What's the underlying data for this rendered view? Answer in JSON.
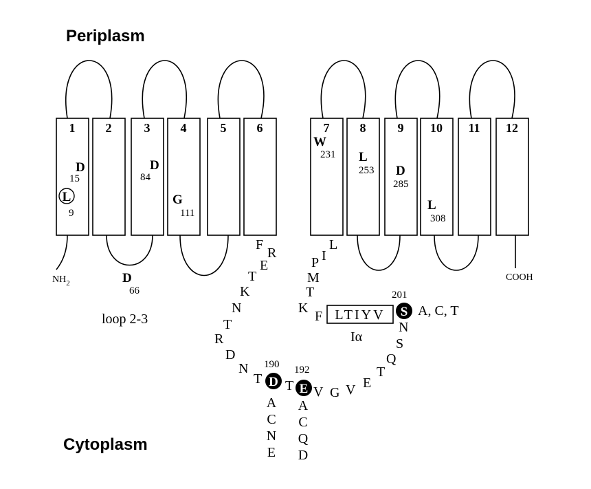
{
  "labels": {
    "periplasm": "Periplasm",
    "cytoplasm": "Cytoplasm",
    "loop": "loop 2-3",
    "nterm": "NH",
    "nterm_sub": "2",
    "cterm": "COOH",
    "motif_name": "Iα",
    "motif_seq": "LTIYV",
    "subs_201": "A, C, T"
  },
  "helices": [
    "1",
    "2",
    "3",
    "4",
    "5",
    "6",
    "7",
    "8",
    "9",
    "10",
    "11",
    "12"
  ],
  "residues": {
    "d15": {
      "aa": "D",
      "num": "15"
    },
    "l9": {
      "aa": "L",
      "num": "9"
    },
    "d84": {
      "aa": "D",
      "num": "84"
    },
    "g111": {
      "aa": "G",
      "num": "111"
    },
    "w231": {
      "aa": "W",
      "num": "231"
    },
    "l253": {
      "aa": "L",
      "num": "253"
    },
    "d285": {
      "aa": "D",
      "num": "285"
    },
    "l308": {
      "aa": "L",
      "num": "308"
    },
    "d66": {
      "aa": "D",
      "num": "66"
    },
    "d190": {
      "aa": "D",
      "num": "190"
    },
    "e192": {
      "aa": "E",
      "num": "192"
    },
    "s201": {
      "aa": "S",
      "num": "201"
    }
  },
  "loop_left": [
    "F",
    "R",
    "E",
    "T",
    "K",
    "N",
    "T",
    "R",
    "D",
    "N",
    "T"
  ],
  "loop_right": [
    "L",
    "I",
    "P",
    "M",
    "T",
    "K",
    "F"
  ],
  "loop_bottom": [
    "T",
    "E",
    "V",
    "G",
    "V",
    "E",
    "T",
    "Q",
    "S",
    "N"
  ],
  "subs_190": [
    "A",
    "C",
    "N",
    "E"
  ],
  "subs_192": [
    "A",
    "C",
    "Q",
    "D"
  ]
}
